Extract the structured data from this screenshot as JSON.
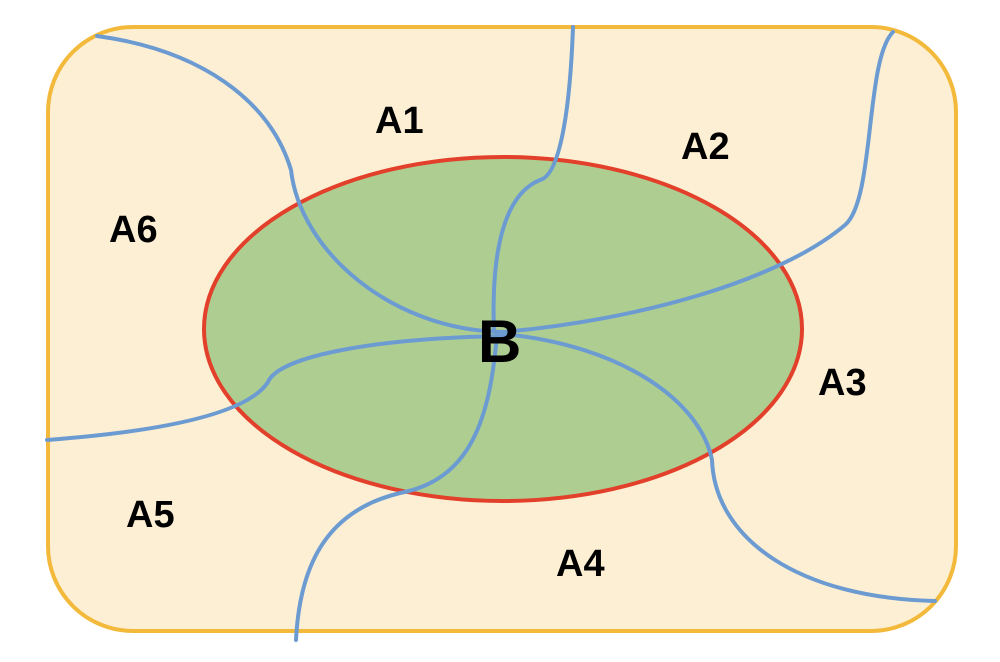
{
  "diagram": {
    "center_label": "B",
    "region_labels": [
      "A1",
      "A2",
      "A3",
      "A4",
      "A5",
      "A6"
    ]
  },
  "colors": {
    "outer_fill": "#FDEFD3",
    "outer_stroke": "#F2B93B",
    "ellipse_fill": "#AECD91",
    "ellipse_stroke": "#E2402B",
    "curve_stroke": "#6C9BD2",
    "text": "#000000"
  }
}
